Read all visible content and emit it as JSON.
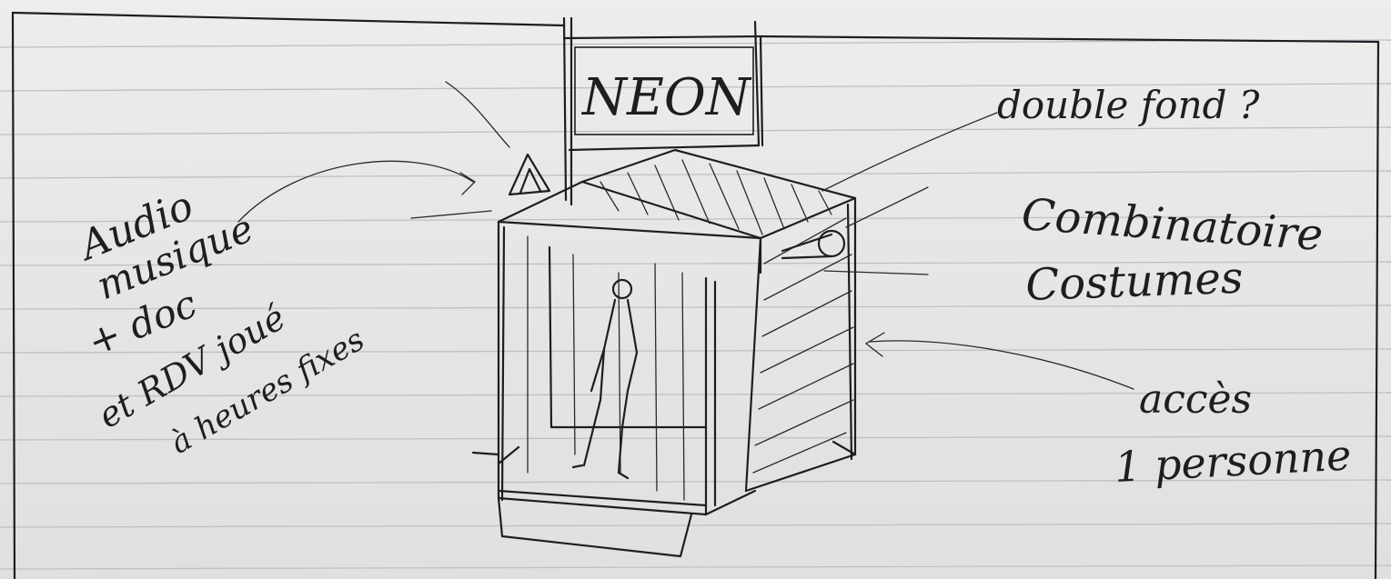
{
  "notes": {
    "neon_sign": "NEON",
    "top_right": "double fond ?",
    "right_middle_1": "Combinatoire",
    "right_middle_2": "Costumes",
    "right_bottom_1": "accès",
    "right_bottom_2": "1 personne",
    "left_1": "Audio",
    "left_2": "musique",
    "left_3": "+ doc",
    "left_4": "et RDV joué",
    "left_5": "à heures fixes"
  },
  "colors": {
    "paper": "#e8e6e4",
    "ink": "#1f1d22",
    "rule_lines": "#bcc1c6"
  }
}
